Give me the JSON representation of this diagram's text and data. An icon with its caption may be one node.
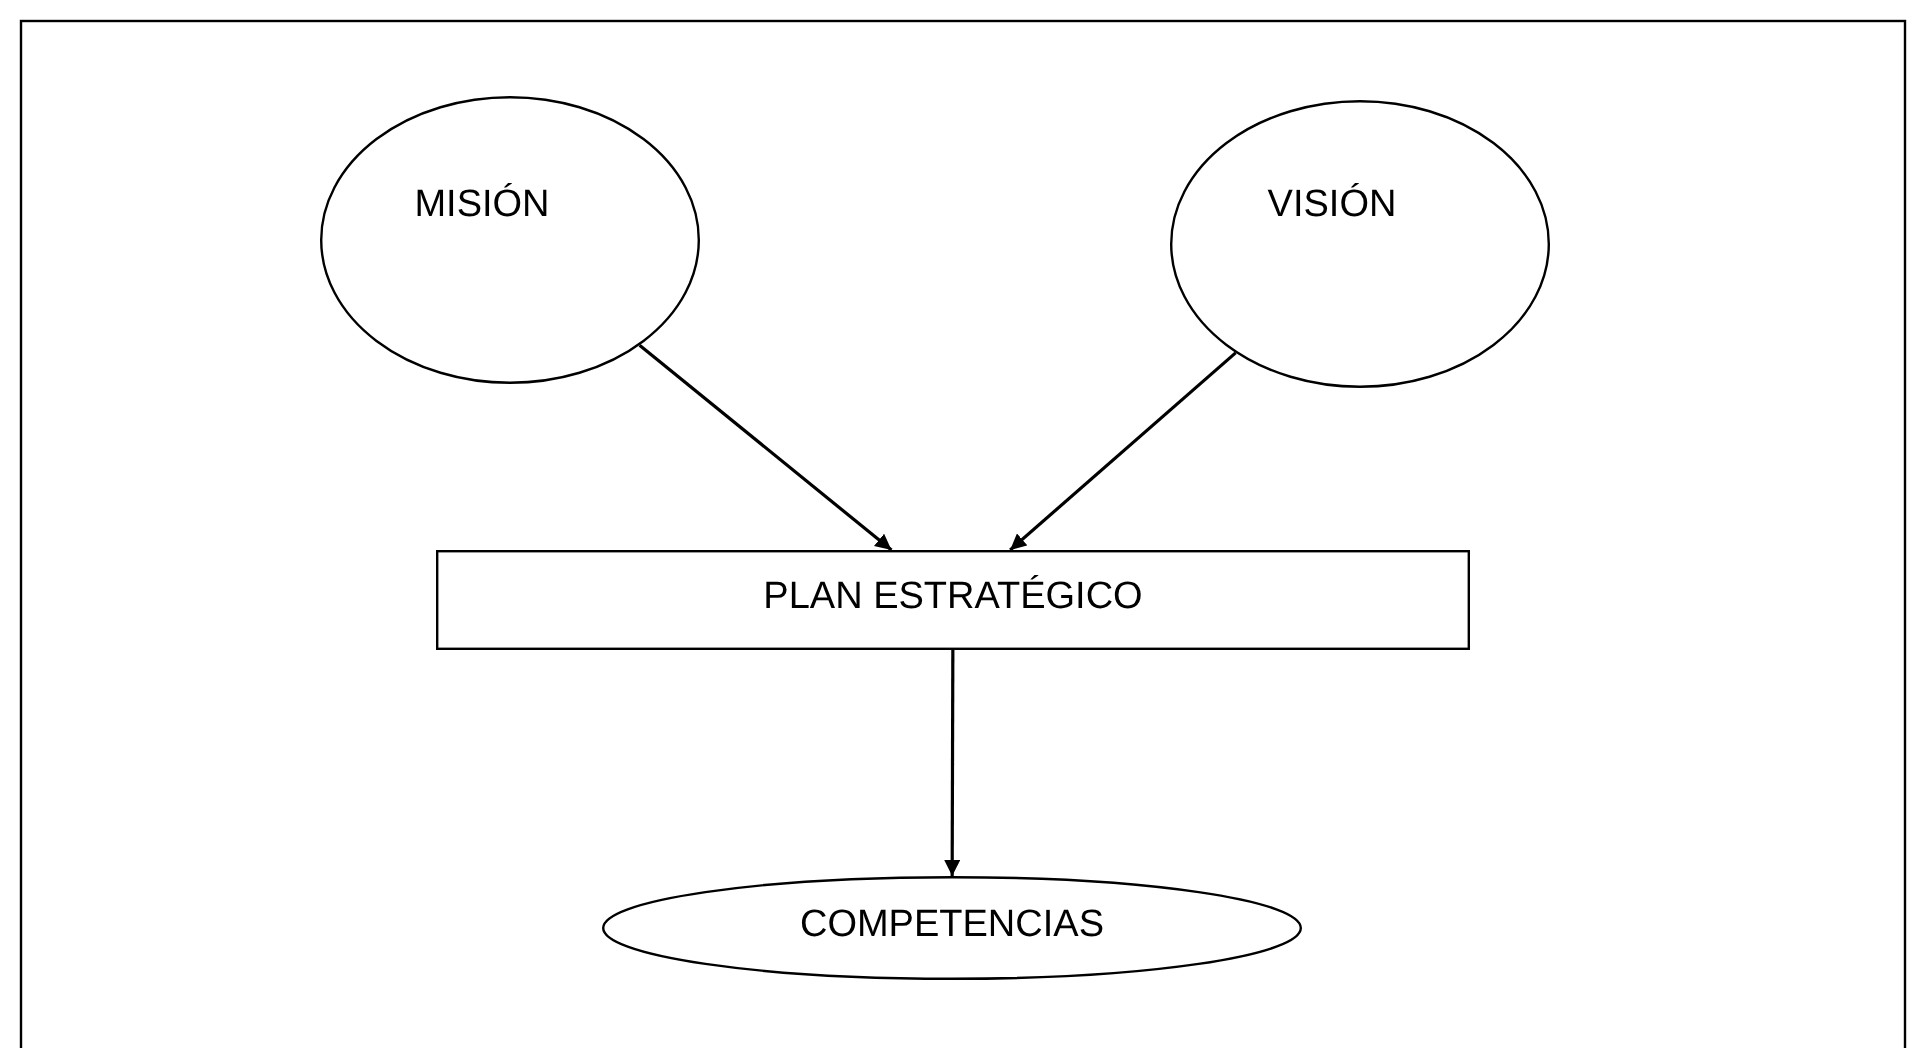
{
  "diagram": {
    "nodes": [
      {
        "text": [
          "MISIÓN"
        ]
      },
      {
        "text": [
          "VISIÓN"
        ]
      },
      {
        "text": [
          "PLAN ESTRATÉGICO"
        ]
      },
      {
        "text": [
          "COMPETENCIAS"
        ]
      }
    ],
    "edges": [
      {
        "from": 0,
        "to": 2,
        "arrow": "to"
      },
      {
        "from": 1,
        "to": 2,
        "arrow": "to"
      },
      {
        "from": 2,
        "to": 3,
        "arrow": "to"
      }
    ]
  }
}
